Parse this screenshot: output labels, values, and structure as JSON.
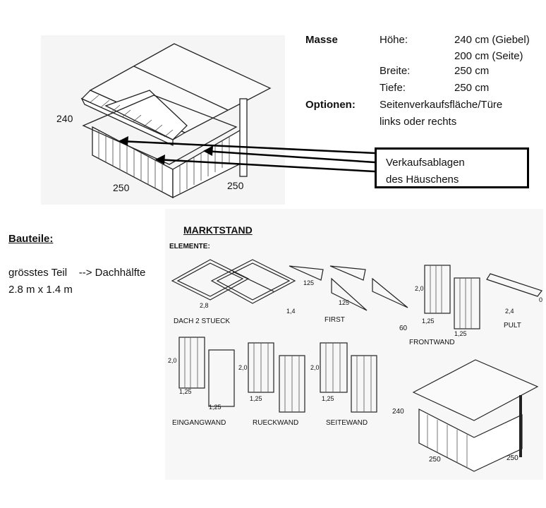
{
  "specs": {
    "masse_label": "Masse",
    "hoehe_label": "Höhe:",
    "hoehe_value_1": "240 cm (Giebel)",
    "hoehe_value_2": "200 cm (Seite)",
    "breite_label": "Breite:",
    "breite_value": "250 cm",
    "tiefe_label": "Tiefe:",
    "tiefe_value": "250 cm",
    "optionen_label": "Optionen:",
    "optionen_value_1": "Seitenverkaufsfläche/Türe",
    "optionen_value_2": "links oder rechts"
  },
  "callout": {
    "line1": "Verkaufsablagen",
    "line2": "des Häuschens"
  },
  "top_drawing": {
    "dim_height": "240",
    "dim_width": "250",
    "dim_depth": "250"
  },
  "bauteile": {
    "heading": "Bauteile:",
    "line1": "grösstes Teil    --> Dachhälfte",
    "line2": "2.8 m x 1.4 m"
  },
  "plan": {
    "title": "MARKTSTAND",
    "subtitle": "ELEMENTE:",
    "dach_label": "DACH 2 STUECK",
    "dach_dim_a": "2,8",
    "dach_dim_b": "1,4",
    "first_label": "FIRST",
    "first_dim_a": "125",
    "first_dim_b": "125",
    "first_dim_c": "60",
    "frontwand_label": "FRONTWAND",
    "frontwand_h": "2,0",
    "frontwand_w1": "1,25",
    "frontwand_w2": "1,25",
    "pult_label": "PULT",
    "pult_dim": "2,4",
    "pult_dim_b": "0",
    "eingangwand_label": "EINGANGWAND",
    "eingang_h": "2,0",
    "eingang_w1": "1,25",
    "eingang_w2": "1,25",
    "rueckwand_label": "RUECKWAND",
    "rueck_h": "2,0",
    "rueck_w": "1,25",
    "seitewand_label": "SEITEWAND",
    "seite_h": "2,0",
    "seite_w": "1,25",
    "small_h": "240",
    "small_w": "250",
    "small_d": "250"
  }
}
